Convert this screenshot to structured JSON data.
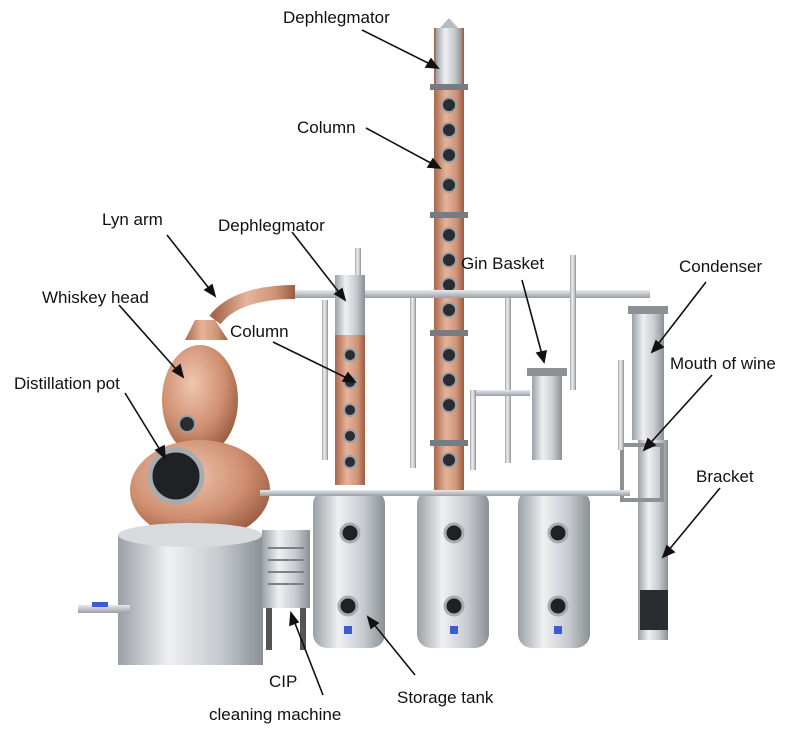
{
  "labels": {
    "dephlegmator_top": "Dephlegmator",
    "column_main": "Column",
    "lyn_arm": "Lyn arm",
    "dephlegmator_mid": "Dephlegmator",
    "gin_basket": "Gin Basket",
    "condenser": "Condenser",
    "whiskey_head": "Whiskey head",
    "column_left": "Column",
    "mouth_of_wine": "Mouth of wine",
    "distillation_pot": "Distillation pot",
    "bracket": "Bracket",
    "cip": "CIP",
    "cleaning_machine": "cleaning machine",
    "storage_tank": "Storage tank"
  },
  "colors": {
    "copper": "#c98a6a",
    "steel": "#c9ccd0",
    "steel_dark": "#8d9196",
    "ink": "#111111",
    "background": "#ffffff"
  }
}
